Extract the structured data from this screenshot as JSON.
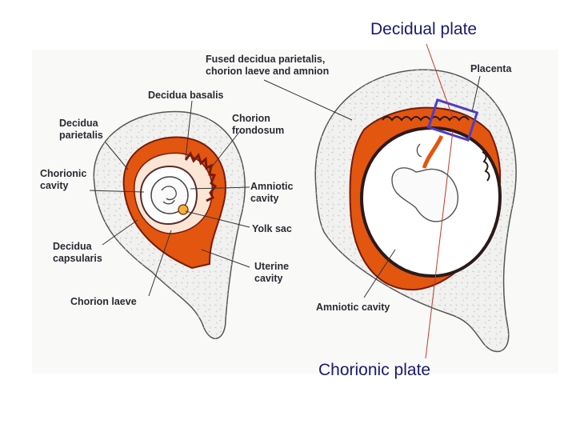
{
  "captions": {
    "top": "Decidual plate",
    "bottom": "Chorionic plate"
  },
  "labels": {
    "fused_line1": "Fused decidua parietalis,",
    "fused_line2": "chorion laeve and amnion",
    "placenta": "Placenta",
    "decidua_basalis": "Decidua basalis",
    "decidua_parietalis_1": "Decidua",
    "decidua_parietalis_2": "parietalis",
    "chorion_frondosum_1": "Chorion",
    "chorion_frondosum_2": "frondosum",
    "chorionic_cavity_1": "Chorionic",
    "chorionic_cavity_2": "cavity",
    "amniotic_cavity_1": "Amniotic",
    "amniotic_cavity_2": "cavity",
    "yolk_sac": "Yolk sac",
    "decidua_capsularis_1": "Decidua",
    "decidua_capsularis_2": "capsularis",
    "uterine_cavity_1": "Uterine",
    "uterine_cavity_2": "cavity",
    "chorion_laeve": "Chorion laeve",
    "amniotic_cavity_right": "Amniotic cavity"
  },
  "colors": {
    "decidua": "#e2560f",
    "tissue_dark": "#7a1a0a",
    "yolk": "#f2b13a",
    "box": "#4b3fc4",
    "pointer": "#c0392b",
    "uterus_fill": "#f1f1ef"
  }
}
